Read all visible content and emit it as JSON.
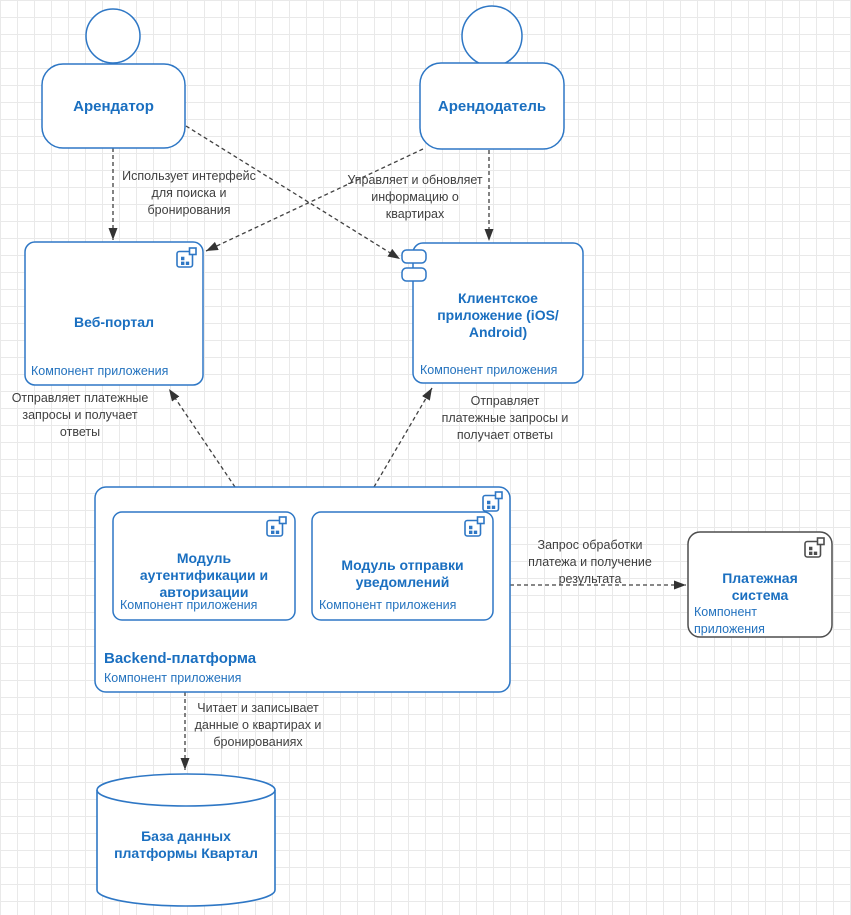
{
  "canvas": {
    "grid_color": "#e9e9e9",
    "accent_blue": "#2e77c5",
    "text_blue": "#1a6fc0",
    "neutral_gray": "#4d4d4d",
    "edge_color": "#404040"
  },
  "actors": {
    "tenant": {
      "label": "Арендатор"
    },
    "landlord": {
      "label": "Арендодатель"
    }
  },
  "nodes": {
    "web_portal": {
      "title": "Веб-портал",
      "subtitle": "Компонент приложения"
    },
    "client_app": {
      "title": "Клиентское\nприложение (iOS/\nAndroid)",
      "subtitle": "Компонент приложения"
    },
    "backend": {
      "title": "Backend-платформа",
      "subtitle": "Компонент приложения"
    },
    "auth_module": {
      "title": "Модуль\nаутентификации и\nавторизации",
      "subtitle": "Компонент приложения"
    },
    "notify_module": {
      "title": "Модуль отправки\nуведомлений",
      "subtitle": "Компонент приложения"
    },
    "payment_system": {
      "title": "Платежная\nсистема",
      "subtitle": "Компонент\nприложения"
    },
    "database": {
      "title": "База данных\nплатформы Квартал"
    }
  },
  "edges": {
    "tenant_web": {
      "label": "Использует интерфейс\nдля поиска и\nбронирования"
    },
    "landlord_client": {
      "label": "Управляет и обновляет\nинформацию о\nквартирах"
    },
    "backend_web": {
      "label": "Отправляет платежные\nзапросы и получает\nответы"
    },
    "backend_client": {
      "label": "Отправляет\nплатежные запросы и\nполучает ответы"
    },
    "backend_payment": {
      "label": "Запрос обработки\nплатежа и получение\nрезультата"
    },
    "backend_db": {
      "label": "Читает и записывает\nданные о квартирах и\nбронированиях"
    }
  },
  "icons": {
    "module_icon": "uml-module-icon",
    "interface_tabs_icon": "component-interface-tabs-icon",
    "actor_icon": "person-head-icon",
    "database_icon": "database-cylinder-shape"
  }
}
